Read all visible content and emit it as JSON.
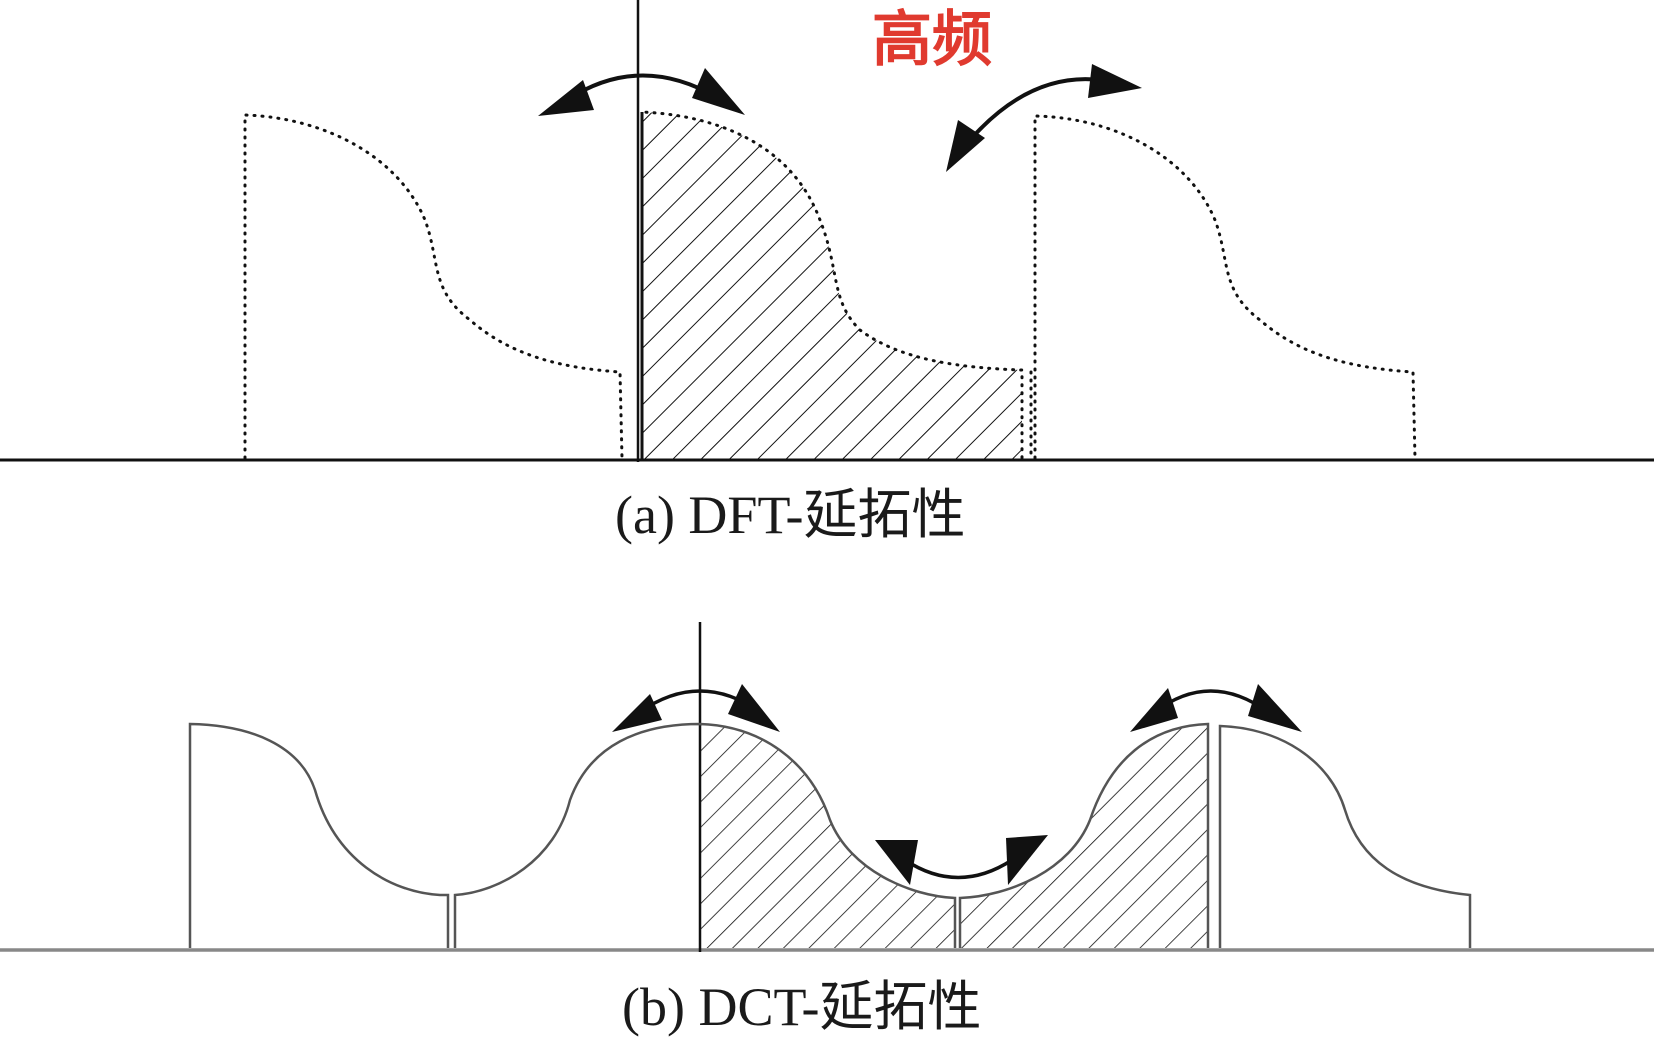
{
  "panel_a": {
    "caption": "(a) DFT-延拓性",
    "annotation": "高频",
    "annotation_color": "#e03a2f",
    "line_style": "dotted"
  },
  "panel_b": {
    "caption": "(b) DCT-延拓性",
    "line_style": "solid"
  },
  "colors": {
    "ink": "#111111",
    "grey_ink": "#555555",
    "axis_grey": "#888888",
    "background": "#ffffff"
  }
}
